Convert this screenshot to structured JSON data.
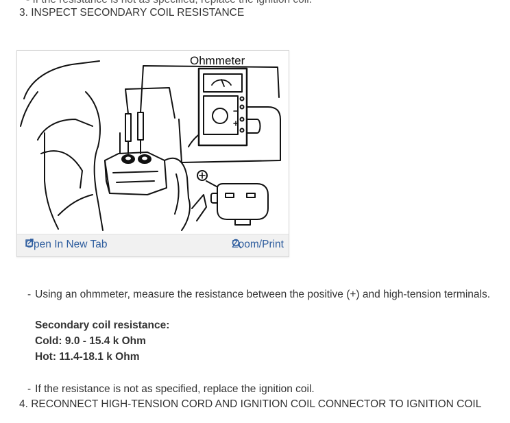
{
  "top_cutoff": "- If the resistance is not as specified, replace the ignition coil.",
  "step3": {
    "heading": "3. INSPECT SECONDARY COIL RESISTANCE"
  },
  "figure": {
    "label": "Ohmmeter",
    "open_tab_label": "Open In New Tab",
    "zoom_label": "Zoom/Print",
    "open_icon": "open-in-new-tab-icon",
    "zoom_icon": "magnifier-icon"
  },
  "instructions": {
    "bullet_marker": "-",
    "measure": "Using an ohmmeter, measure the resistance between the positive (+) and high-tension terminals.",
    "spec_title": "Secondary coil resistance:",
    "spec_cold": "Cold: 9.0 - 15.4 k Ohm",
    "spec_hot": "Hot: 11.4-18.1 k Ohm",
    "replace": "If the resistance is not as specified, replace the ignition coil."
  },
  "step4": {
    "heading": "4. RECONNECT HIGH-TENSION CORD AND IGNITION COIL CONNECTOR TO IGNITION COIL"
  }
}
